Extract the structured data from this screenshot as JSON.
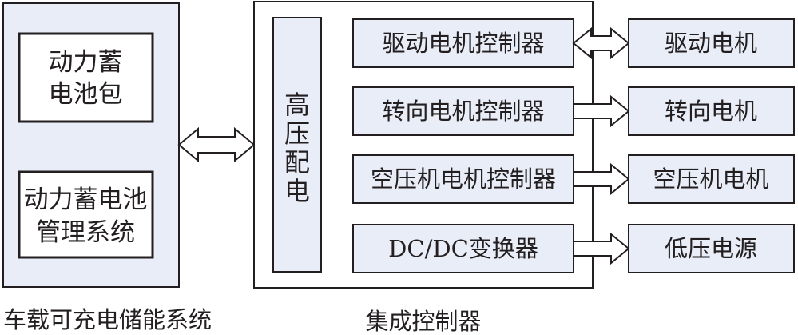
{
  "colors": {
    "stroke": "#231f20",
    "box_fill": "#e9edf7",
    "inner_fill": "#ffffff"
  },
  "storage_system": {
    "caption": "车载可充电储能系统",
    "battery_pack": {
      "line1": "动力蓄",
      "line2": "电池包"
    },
    "bms": {
      "line1": "动力蓄电池",
      "line2": "管理系统"
    }
  },
  "controller": {
    "caption": "集成控制器",
    "distribution": [
      "高",
      "压",
      "配",
      "电"
    ],
    "sub_controllers": [
      {
        "label": "驱动电机控制器",
        "output": "驱动电机",
        "link": "bidirectional"
      },
      {
        "label": "转向电机控制器",
        "output": "转向电机",
        "link": "unidirectional"
      },
      {
        "label": "空压机电机控制器",
        "output": "空压机电机",
        "link": "unidirectional"
      },
      {
        "label": "DC/DC变换器",
        "output": "低压电源",
        "link": "unidirectional"
      }
    ]
  }
}
